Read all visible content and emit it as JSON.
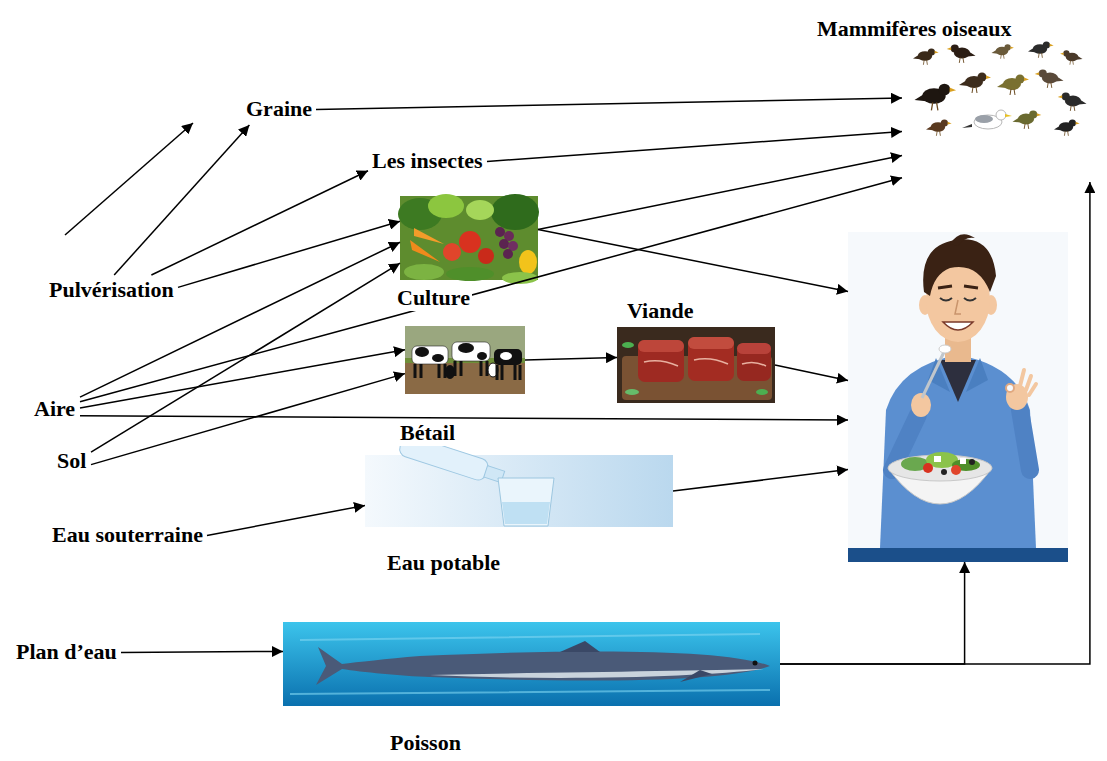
{
  "diagram": {
    "nodes": [
      {
        "text": [
          "Mammifères oiseaux"
        ]
      },
      {
        "text": [
          "Graine"
        ]
      },
      {
        "text": [
          "Les insectes"
        ]
      },
      {
        "text": [
          "Culture"
        ]
      },
      {
        "text": [
          "Pulvérisation"
        ]
      },
      {
        "text": [
          "Viande"
        ]
      },
      {
        "text": [
          "Bétail"
        ]
      },
      {
        "text": [
          "Aire"
        ]
      },
      {
        "text": []
      },
      {
        "text": [
          "Sol"
        ]
      },
      {
        "text": [
          "Eau potable"
        ]
      },
      {
        "text": [
          "Eau souterraine"
        ]
      },
      {
        "text": [
          "Plan d’eau"
        ]
      },
      {
        "text": [
          "Poisson"
        ]
      }
    ],
    "edges": [
      {
        "from": 4,
        "to": 1,
        "arrow": "to"
      },
      {
        "from": 4,
        "to": 2,
        "arrow": "to"
      },
      {
        "from": 4,
        "to": 3,
        "arrow": "to"
      },
      {
        "from": 1,
        "to": 0,
        "arrow": "to"
      },
      {
        "from": 2,
        "to": 0,
        "arrow": "to"
      },
      {
        "from": 3,
        "to": 0,
        "arrow": "to"
      },
      {
        "from": 3,
        "to": 8,
        "arrow": "to"
      },
      {
        "from": 7,
        "to": 3,
        "arrow": "to"
      },
      {
        "from": 7,
        "to": 0,
        "arrow": "to"
      },
      {
        "from": 7,
        "to": 6,
        "arrow": "to"
      },
      {
        "from": 7,
        "to": 8,
        "arrow": "to"
      },
      {
        "from": 9,
        "to": 3,
        "arrow": "to"
      },
      {
        "from": 9,
        "to": 6,
        "arrow": "to"
      },
      {
        "from": 6,
        "to": 5,
        "arrow": "to"
      },
      {
        "from": 5,
        "to": 8,
        "arrow": "to"
      },
      {
        "from": 11,
        "to": 10,
        "arrow": "to"
      },
      {
        "from": 10,
        "to": 8,
        "arrow": "to"
      },
      {
        "from": 12,
        "to": 13,
        "arrow": "to"
      },
      {
        "from": 13,
        "to": 8,
        "arrow": "to"
      },
      {
        "from": 13,
        "to": 0,
        "arrow": "to"
      }
    ]
  }
}
